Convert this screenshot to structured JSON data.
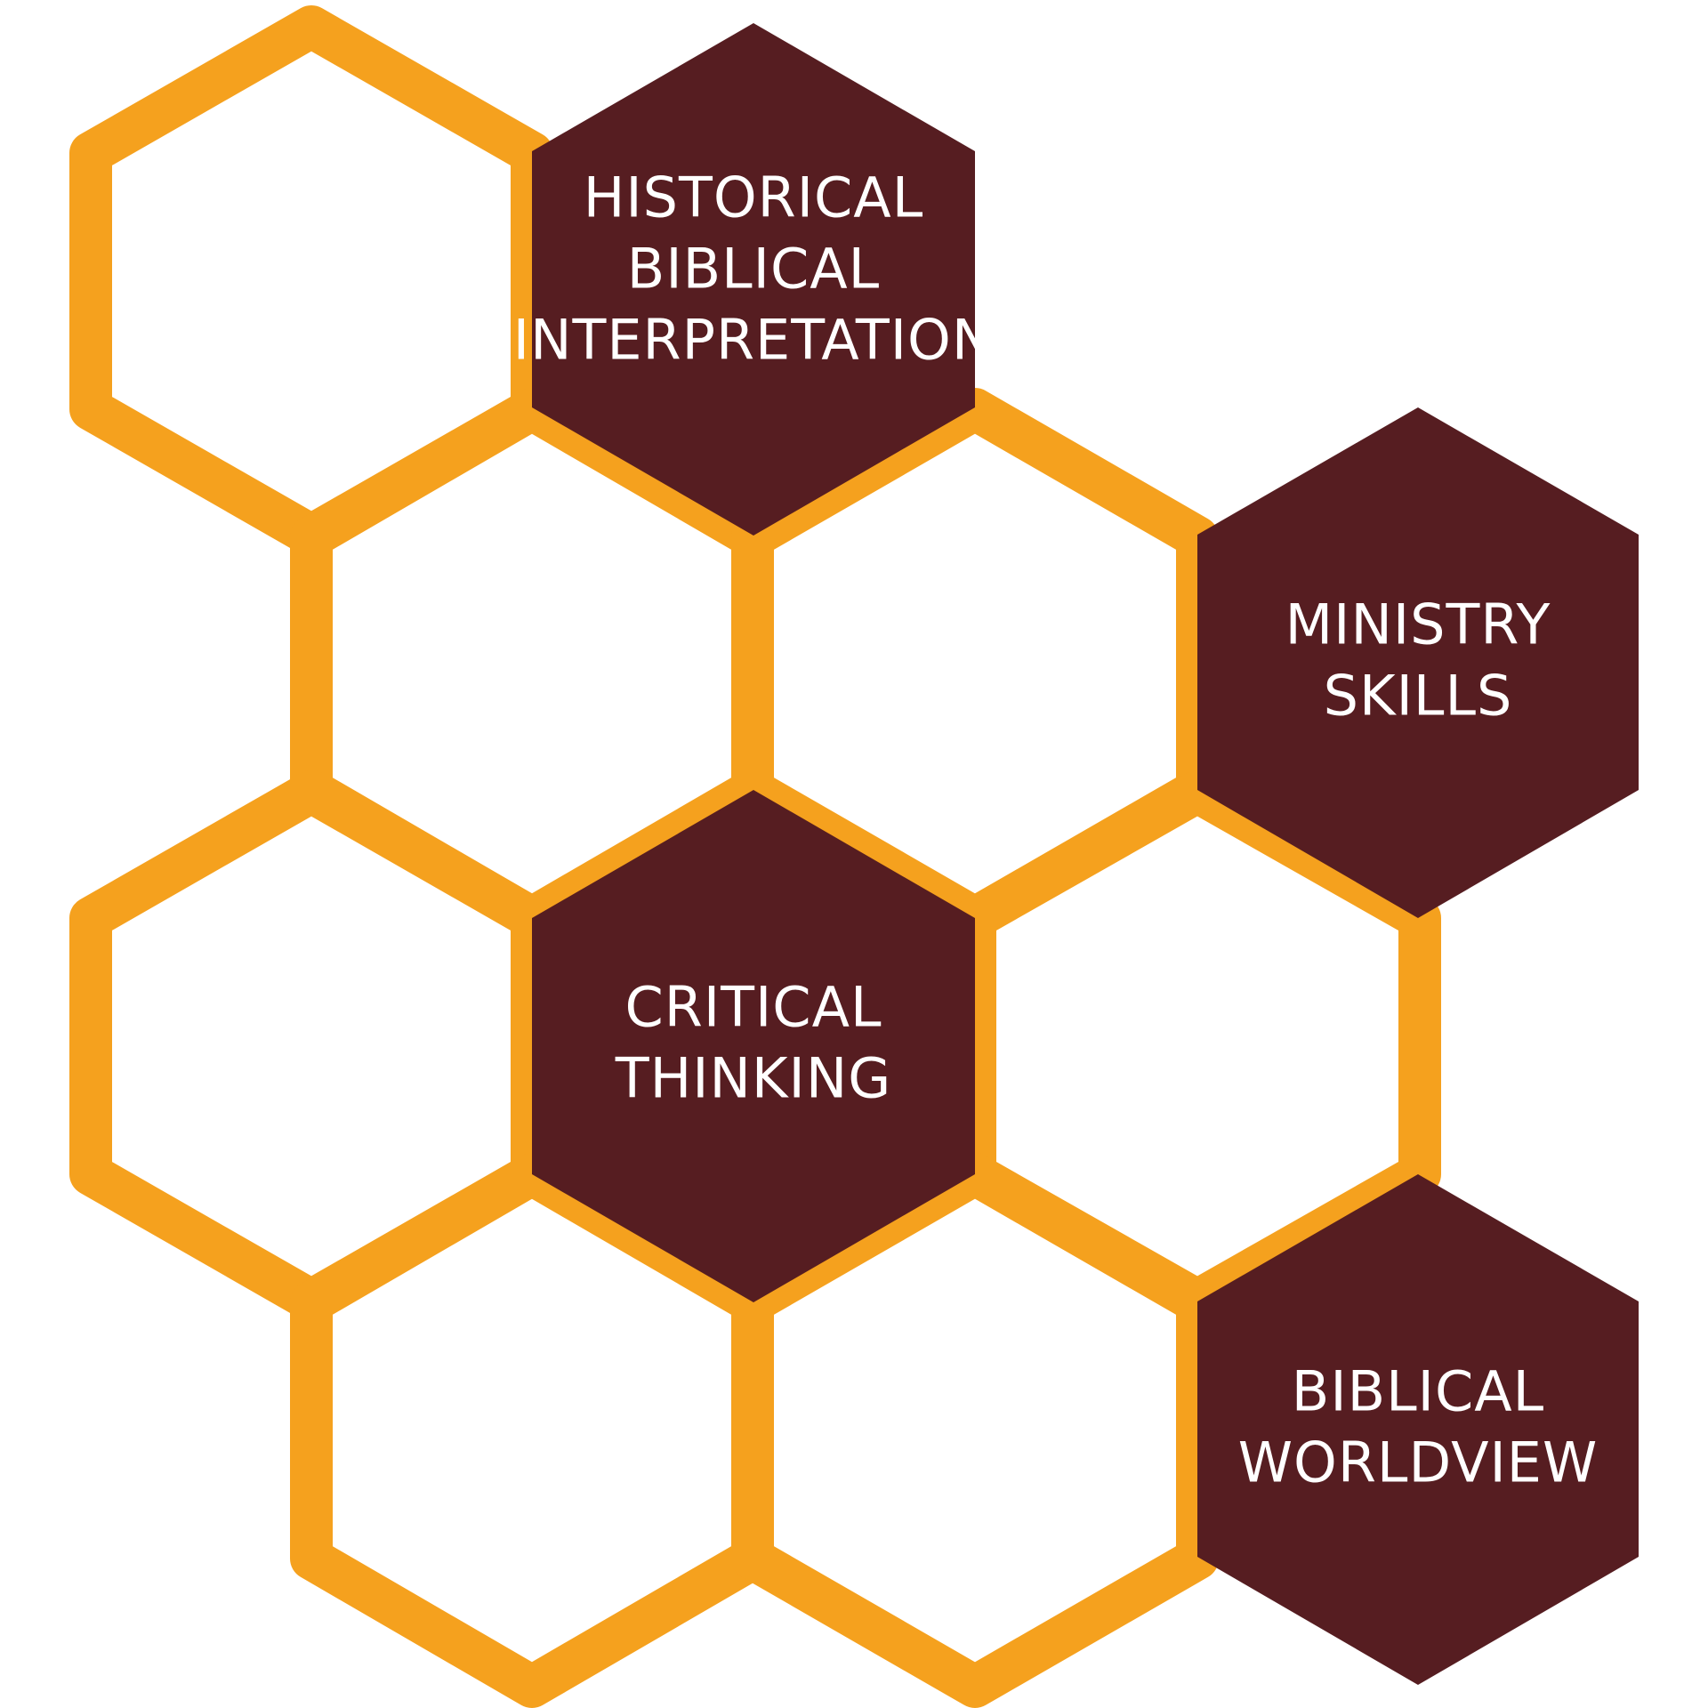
{
  "colors": {
    "outline": "#f5a11e",
    "fill": "#561d21",
    "text": "#ffffff",
    "background": "#ffffff"
  },
  "labels": {
    "historical": [
      "HISTORICAL",
      "BIBLICAL",
      "INTERPRETATION"
    ],
    "ministry": [
      "MINISTRY",
      "SKILLS"
    ],
    "critical": [
      "CRITICAL",
      "THINKING"
    ],
    "worldview": [
      "BIBLICAL",
      "WORLDVIEW"
    ]
  }
}
